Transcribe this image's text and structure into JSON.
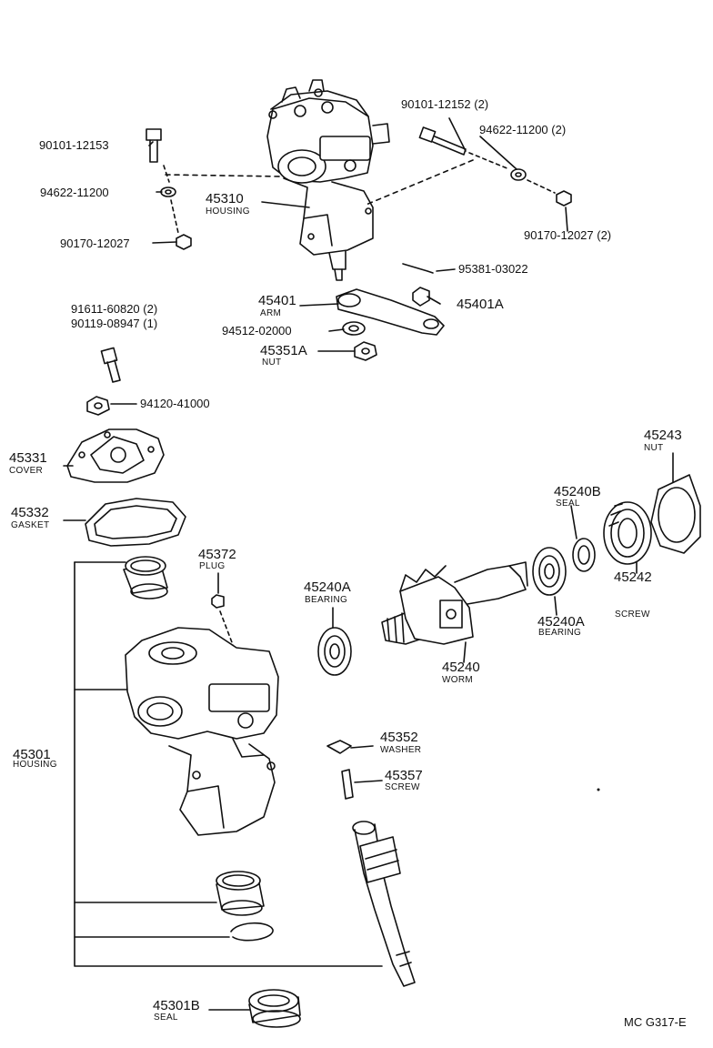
{
  "labels": {
    "top_bolt": "90101-12153",
    "top_washer": "94622-11200",
    "top_nut": "90170-12027",
    "rt_bolt": "90101-12152 (2)",
    "rt_washer": "94622-11200 (2)",
    "rt_nut": "90170-12027 (2)",
    "housing_asm_no": "45310",
    "housing_asm_name": "HOUSING",
    "pin": "95381-03022",
    "arm_no": "45401",
    "arm_name": "ARM",
    "arm_nut": "45401A",
    "arm_washer": "94512-02000",
    "arm_nut2_no": "45351A",
    "arm_nut2_name": "NUT",
    "bolt_a": "91611-60820 (2)",
    "bolt_b": "90119-08947 (1)",
    "cover_nut": "94120-41000",
    "cover_no": "45331",
    "cover_name": "COVER",
    "gasket_no": "45332",
    "gasket_name": "GASKET",
    "plug_no": "45372",
    "plug_name": "PLUG",
    "housing_no": "45301",
    "housing_name": "HOUSING",
    "bearing_l_no": "45240A",
    "bearing_l_name": "BEARING",
    "worm_no": "45240",
    "worm_name": "WORM",
    "bearing_r_no": "45240A",
    "bearing_r_name": "BEARING",
    "seal_b_no": "45240B",
    "seal_b_name": "SEAL",
    "screw_no": "45242",
    "screw_name": "SCREW",
    "locknut_no": "45243",
    "locknut_name": "NUT",
    "washer_no": "45352",
    "washer_name": "WASHER",
    "adj_screw_no": "45357",
    "adj_screw_name": "SCREW",
    "seal_no": "45301B",
    "seal_name": "SEAL",
    "code": "MC G317-E"
  }
}
